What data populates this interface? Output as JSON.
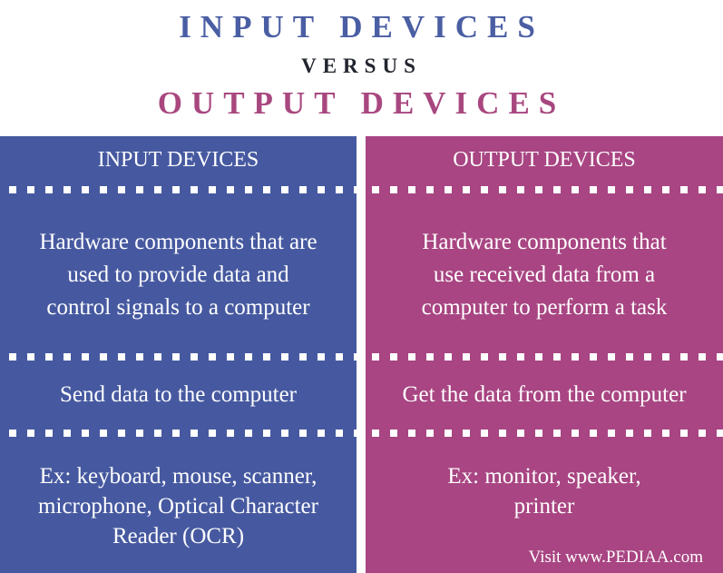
{
  "title": {
    "line1": "INPUT DEVICES",
    "line2": "VERSUS",
    "line3": "OUTPUT DEVICES"
  },
  "colors": {
    "input_accent": "#4659a0",
    "output_accent": "#a84582",
    "versus_text": "#22252e"
  },
  "columns": [
    {
      "header": "INPUT DEVICES",
      "definition": "Hardware components that are used to provide data and control signals to a computer",
      "function": "Send data to the computer",
      "examples": "Ex: keyboard, mouse, scanner, microphone, Optical Character Reader (OCR)"
    },
    {
      "header": "OUTPUT DEVICES",
      "definition": "Hardware components that use received data from a computer to perform a task",
      "function": "Get the data from the computer",
      "examples": "Ex: monitor, speaker, printer"
    }
  ],
  "credit": "Visit www.PEDIAA.com"
}
